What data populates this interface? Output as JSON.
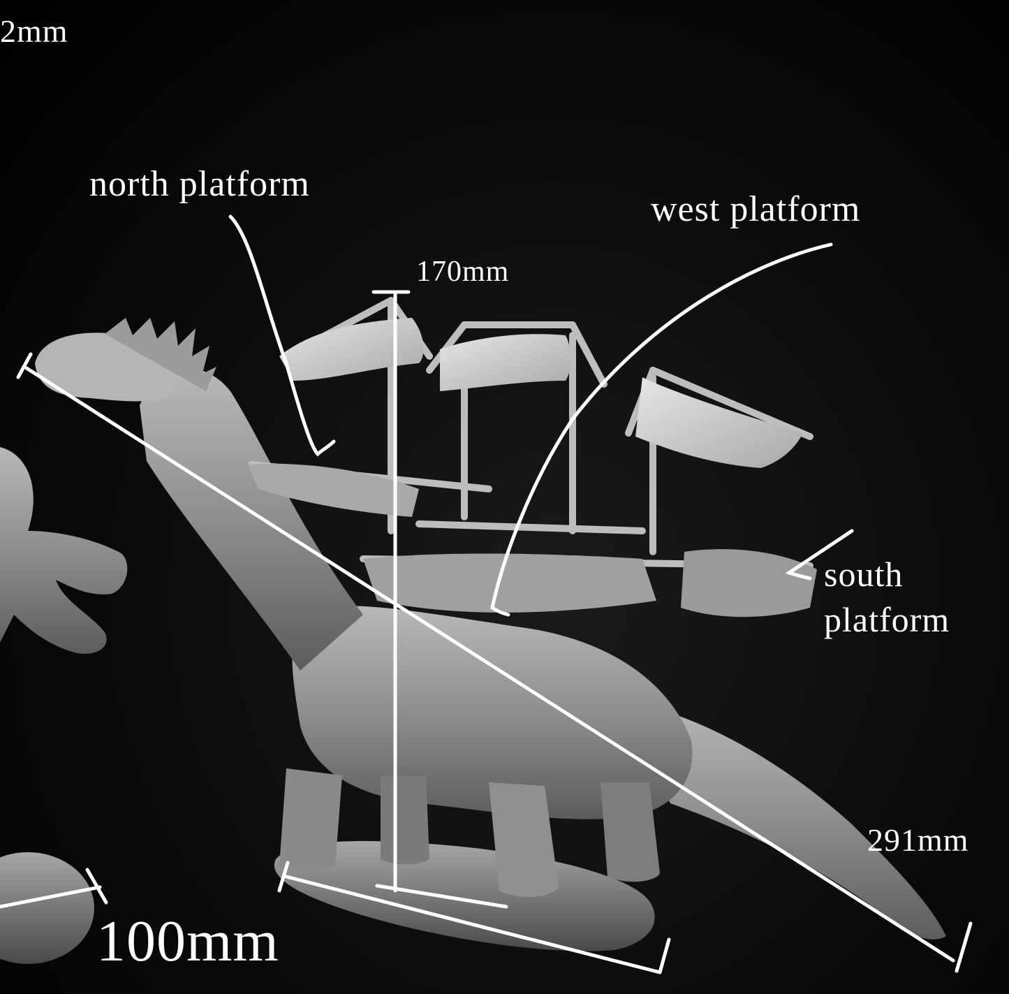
{
  "measurements": {
    "partial_top_left": "2mm",
    "height": "170mm",
    "length": "291mm",
    "base": "100mm"
  },
  "callouts": {
    "north": "north platform",
    "west": "west platform",
    "south": "south\nplatform"
  },
  "colors": {
    "background": "#000000",
    "annotation": "#ffffff",
    "model_light": "#c9c9c9",
    "model_dark": "#5a5a5a"
  }
}
